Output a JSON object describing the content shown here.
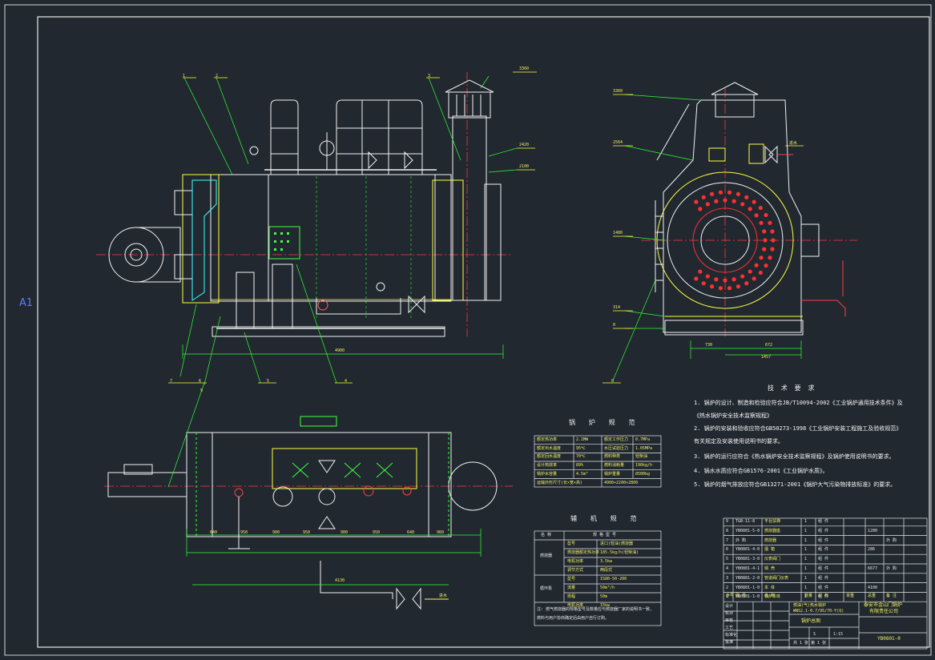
{
  "drawing": {
    "margin_label": "A1",
    "number_callouts": [
      "1",
      "2",
      "3",
      "4",
      "5",
      "6",
      "7",
      "8",
      "9"
    ],
    "technical_requirements": {
      "title": "技 术 要 求",
      "items": [
        "1. 锅炉的设计、制造和检验应符合JB/T10094-2002《工业锅炉通用技术条件》及",
        "   《热水锅炉安全技术监察规程》",
        "2. 锅炉的安装和验收应符合GB50273-1998《工业锅炉安装工程施工及验收规范》",
        "   有关规定及安装使用说明书的要求。",
        "3. 锅炉的运行应符合《热水锅炉安全技术监察规程》及锅炉使用说明书的要求。",
        "4. 锅水水质应符合GB1576-2001《工业锅炉水质》。",
        "5. 锅炉的烟气排放应符合GB13271-2001《锅炉大气污染物排放标准》的要求。"
      ]
    },
    "boiler_spec": {
      "title": "锅 炉 规 范",
      "rows": [
        [
          "额定热功率",
          "2.1MW",
          "额定工作压力",
          "0.7MPa"
        ],
        [
          "额定出水温度",
          "95℃",
          "水压试验压力",
          "1.05MPa"
        ],
        [
          "额定回水温度",
          "70℃",
          "燃料种类",
          "轻柴油"
        ],
        [
          "设计热效率",
          "89%",
          "燃料消耗量",
          "190kg/h"
        ],
        [
          "锅炉水容量",
          "4.5m³",
          "锅炉重量",
          "8500kg"
        ],
        [
          "运输外形尺寸(长×宽×高)",
          "",
          "4900×2200×2800",
          ""
        ]
      ]
    },
    "burner_spec": {
      "title": "辅 机 规 范",
      "group_burner": "燃烧器",
      "group_pump": "循环泵",
      "header": [
        "名 称",
        "规 格 型 号"
      ],
      "rows": [
        [
          "型号",
          "进口(轻油)燃烧器"
        ],
        [
          "燃烧器额定热功率",
          "185.5kg/h(轻柴油)"
        ],
        [
          "电机功率",
          "3.5kw"
        ],
        [
          "调节方式",
          "两段式"
        ],
        [
          "型号",
          "IS80-50-200"
        ],
        [
          "流量",
          "50m³/h"
        ],
        [
          "扬程",
          "50m"
        ],
        [
          "电机功率",
          "15kw"
        ]
      ],
      "footnote_1": "注: 燃气燃烧器的规格型号及数量应与燃烧器厂家的说明书一致,",
      "footnote_2": "    燃料与用户协商确定后由用户自行订购。"
    },
    "parts_list": {
      "rows": [
        [
          "9",
          "TGB-11-8",
          "平台扶梯",
          "1",
          "组 件",
          "",
          "",
          ""
        ],
        [
          "8",
          "YB0801-5-0",
          "燃烧器座",
          "1",
          "组 件",
          "",
          "1200",
          ""
        ],
        [
          "7",
          "外 购",
          "燃烧器",
          "1",
          "组 件",
          "",
          "",
          "外 购"
        ],
        [
          "6",
          "YB0801-4-0",
          "烟 箱",
          "1",
          "组 件",
          "",
          "286",
          ""
        ],
        [
          "5",
          "YB0801-3-0",
          "仪表阀门",
          "1",
          "组 件",
          "",
          "",
          ""
        ],
        [
          "4",
          "YB0801-4-1",
          "锅 壳",
          "1",
          "组 件",
          "",
          "6677",
          "外 购"
        ],
        [
          "3",
          "YB0801-2-0",
          "管道阀门仪表",
          "1",
          "组 件",
          "",
          "",
          ""
        ],
        [
          "2",
          "YB0801-1-0",
          "本 体",
          "1",
          "组 件",
          "",
          "4100",
          ""
        ],
        [
          "1",
          "YB0801-1-0",
          "锅炉本体",
          "1",
          "组 件",
          "",
          "",
          ""
        ]
      ],
      "header": [
        "序号",
        "图 号",
        "名 称",
        "数量",
        "材 料",
        "单重",
        "总重",
        "备 注"
      ]
    },
    "title_block": {
      "product": "燃油(气)热水锅炉",
      "model": "WNS2.1-0.7/95/70-Y(Q)",
      "company_1": "泰安市金山门锅炉",
      "company_2": "有限责任公司",
      "drawing_name": "锅炉总图",
      "drawing_no": "YB0801-0",
      "scale": "1:15",
      "sheet": "共 1 张 第 1 张",
      "stage": "S",
      "weight": "",
      "labels": [
        "设计",
        "校对",
        "审核",
        "工艺",
        "标准化",
        "批准",
        "日期"
      ]
    },
    "dims": {
      "side_total": "4900",
      "plan_total": "4130",
      "plan_segments": [
        "640",
        "950",
        "900",
        "950",
        "900",
        "950",
        "640",
        "960"
      ],
      "end_a": "730",
      "end_b": "672",
      "end_total": "1457",
      "end_levels": [
        "3360",
        "2564",
        "1480",
        "314",
        "0"
      ],
      "side_levels": [
        "3360",
        "2420",
        "2100"
      ],
      "inlet_label": "进水"
    }
  }
}
